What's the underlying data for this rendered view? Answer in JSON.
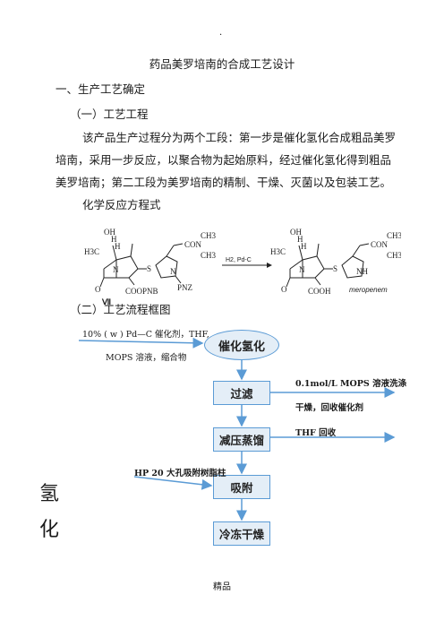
{
  "header_mark": "·",
  "title": "药品美罗培南的合成工艺设计",
  "section1": "一、生产工艺确定",
  "sub1": "（一）工艺工程",
  "para_lines": [
    "该产品生产过程分为两个工段：第一步是催化氢化合成粗品美罗",
    "培南，采用一步反应，以聚合物为起始原料，经过催化氢化得到粗品",
    "美罗培南；第二工段为美罗培南的精制、干燥、灭菌以及包装工艺。"
  ],
  "reaction_label": "化学反应方程式",
  "reaction": {
    "reactant_label": "Ⅶ",
    "reactant_groups": [
      "OH",
      "H",
      "H3C",
      "H",
      "CON",
      "CH3",
      "CH3",
      "S",
      "N",
      "O",
      "N",
      "COOPNB",
      "PNZ"
    ],
    "conditions": "H2, Pd-C",
    "product_label": "meropenem",
    "product_groups": [
      "OH",
      "H",
      "H3C",
      "H",
      "CON",
      "CH3",
      "CH3",
      "S",
      "N",
      "O",
      "NH",
      "COOH"
    ]
  },
  "sub2": "（二）工艺流程框图",
  "flow": {
    "input_line1": "10% ( w ) Pd—C 催化剂，THF,",
    "input_line2": "MOPS 溶液，缩合物",
    "step1": "催化氢化",
    "step2": "过滤",
    "step3": "减压蒸馏",
    "step4": "吸附",
    "step5": "冷冻干燥",
    "out1": "0.1mol/L MOPS 溶液洗涤",
    "out2": "干燥，回收催化剂",
    "out3": "THF 回收",
    "in4": "HP 20 大孔吸附树脂柱"
  },
  "side_chars": [
    "氢",
    "化"
  ],
  "footer": "精品"
}
